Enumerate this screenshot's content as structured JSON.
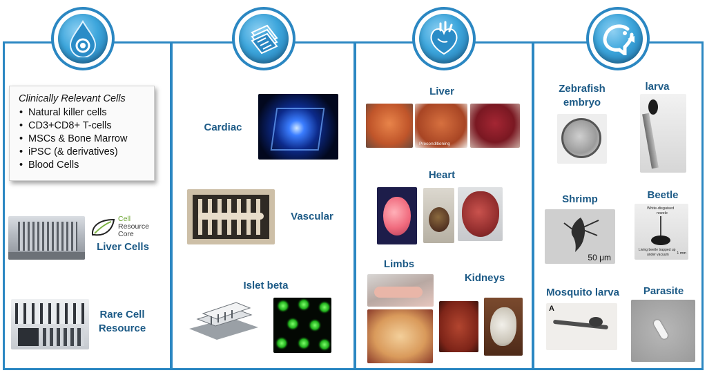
{
  "colors": {
    "frame": "#2b87c2",
    "label": "#1c5a86"
  },
  "icons": [
    "droplet-icon",
    "microfluidic-chip-icon",
    "heart-organ-icon",
    "fish-icon"
  ],
  "col1": {
    "box_title": "Clinically Relevant Cells",
    "items": [
      "Natural killer cells",
      "CD3+CD8+ T-cells",
      "MSCs & Bone Marrow",
      "iPSC (& derivatives)",
      "Blood Cells"
    ],
    "logo_line1": "Cell",
    "logo_line2": "Resource",
    "logo_line3": "Core",
    "liver_cells": "Liver Cells",
    "rare_cell_line1": "Rare Cell",
    "rare_cell_line2": "Resource"
  },
  "col2": {
    "cardiac": "Cardiac",
    "vascular": "Vascular",
    "islet": "Islet beta"
  },
  "col3": {
    "liver": "Liver",
    "liver_photo_caption": "Preconditioning",
    "heart": "Heart",
    "limbs": "Limbs",
    "kidneys": "Kidneys"
  },
  "col4": {
    "zebrafish_line1": "Zebrafish",
    "zebrafish_line2": "embryo",
    "larva": "larva",
    "shrimp": "Shrimp",
    "shrimp_scale": "50 μm",
    "beetle": "Beetle",
    "beetle_note1": "White-disguised",
    "beetle_note2": "nozzle",
    "beetle_note3": "Living beetle trapped up",
    "beetle_note4": "under vacuum",
    "beetle_scale": "1 mm",
    "mosquito": "Mosquito larva",
    "mosquito_letter": "A",
    "parasite": "Parasite"
  }
}
